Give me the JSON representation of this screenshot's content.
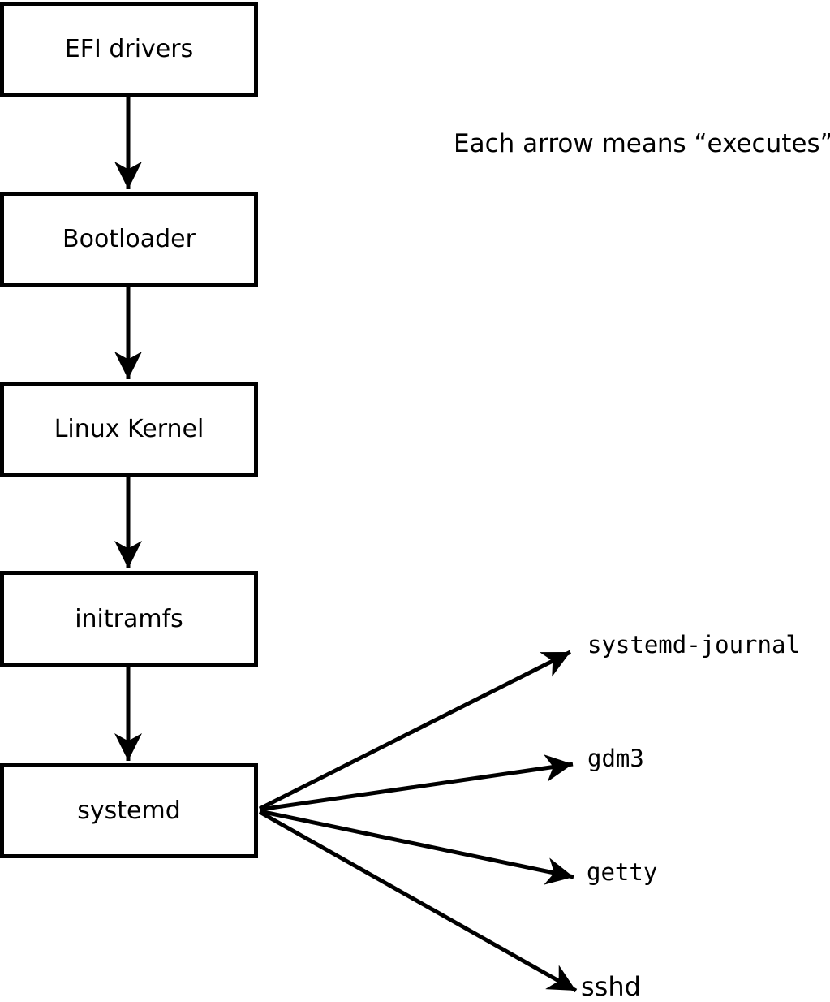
{
  "annotation": "Each arrow means “executes”.",
  "colors": {
    "ink": "#000000",
    "background": "#ffffff"
  },
  "boxes": [
    {
      "label": "EFI drivers"
    },
    {
      "label": "Bootloader"
    },
    {
      "label": "Linux Kernel"
    },
    {
      "label": "initramfs"
    },
    {
      "label": "systemd"
    }
  ],
  "fanout": [
    {
      "label": "systemd-journal"
    },
    {
      "label": "gdm3"
    },
    {
      "label": "getty"
    },
    {
      "label": "sshd"
    }
  ],
  "edges": [
    {
      "from": "EFI drivers",
      "to": "Bootloader",
      "meaning": "executes"
    },
    {
      "from": "Bootloader",
      "to": "Linux Kernel",
      "meaning": "executes"
    },
    {
      "from": "Linux Kernel",
      "to": "initramfs",
      "meaning": "executes"
    },
    {
      "from": "initramfs",
      "to": "systemd",
      "meaning": "executes"
    },
    {
      "from": "systemd",
      "to": "systemd-journal",
      "meaning": "executes"
    },
    {
      "from": "systemd",
      "to": "gdm3",
      "meaning": "executes"
    },
    {
      "from": "systemd",
      "to": "getty",
      "meaning": "executes"
    },
    {
      "from": "systemd",
      "to": "sshd",
      "meaning": "executes"
    }
  ]
}
